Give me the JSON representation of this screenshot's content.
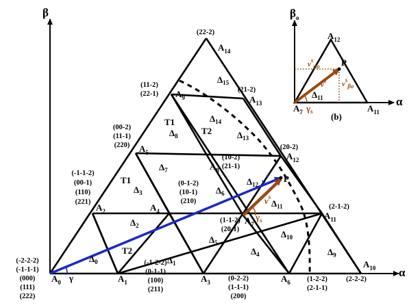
{
  "axes": {
    "beta": "β",
    "alpha": "α",
    "beta_inset": "β",
    "beta_inset_sub": "o",
    "alpha_inset": "α"
  },
  "vertices": {
    "A0": {
      "name": "A",
      "sub": "0",
      "codes": [
        "(-2-2-2)",
        "(-1-1-1)",
        "(000)",
        "(111)",
        "(222)"
      ]
    },
    "A1": {
      "name": "A",
      "sub": "1",
      "codes": [
        "(-1-2-2)",
        "(0-1-1)",
        "(100)",
        "(211)"
      ]
    },
    "A2": {
      "name": "A",
      "sub": "2",
      "codes": [
        "(-1-1-2)",
        "(00-1)",
        "(110)",
        "(221)"
      ]
    },
    "A3": {
      "name": "A",
      "sub": "3",
      "codes": [
        "(0-2-2)",
        "(1-1-1)",
        "(200)"
      ]
    },
    "A4": {
      "name": "A",
      "sub": "4",
      "codes": [
        "(0-1-2)",
        "(10-1)",
        "(210)"
      ]
    },
    "A5": {
      "name": "A",
      "sub": "5",
      "codes": [
        "(00-2)",
        "(11-1)",
        "(220)"
      ]
    },
    "A6": {
      "name": "A",
      "sub": "6",
      "codes": [
        "(1-2-2)",
        "(2-1-1)"
      ]
    },
    "A7": {
      "name": "A",
      "sub": "7",
      "codes": [
        "(1-1-2)",
        "(20-1)"
      ]
    },
    "A8": {
      "name": "A",
      "sub": "8",
      "codes": [
        "(10-2)",
        "(21-1)"
      ]
    },
    "A9": {
      "name": "A",
      "sub": "9",
      "codes": [
        "(11-2)",
        "(22-1)"
      ]
    },
    "A10": {
      "name": "A",
      "sub": "10",
      "codes": [
        "(2-2-2)"
      ]
    },
    "A11": {
      "name": "A",
      "sub": "11",
      "codes": [
        "(2-1-2)"
      ]
    },
    "A12": {
      "name": "A",
      "sub": "12",
      "codes": [
        "(20-2)"
      ]
    },
    "A13": {
      "name": "A",
      "sub": "13",
      "codes": [
        "(21-2)"
      ]
    },
    "A14": {
      "name": "A",
      "sub": "14",
      "codes": [
        "(22-2)"
      ]
    }
  },
  "regions": [
    "0",
    "1",
    "2",
    "3",
    "4",
    "5",
    "6",
    "7",
    "8",
    "9",
    "10",
    "11",
    "12",
    "13",
    "14",
    "15"
  ],
  "region_symbol": "Δ",
  "subregions": {
    "T1": "T1",
    "T2": "T2"
  },
  "vector_labels": {
    "ref": "v",
    "ref_sup": "*",
    "point": "P",
    "vs": "v",
    "vs_sup": "s",
    "gamma": "γ",
    "gamma_s": "γ",
    "gamma_s_sub": "s"
  },
  "inset": {
    "caption": "(b)",
    "valpha": "v",
    "valpha_sup": "s",
    "valpha_sub": "αo",
    "vbeta": "v",
    "vbeta_sup": "s",
    "vbeta_sub": "βo",
    "vs": "v",
    "vs_sup": "s",
    "region": "11"
  },
  "colors": {
    "line": "#000000",
    "reference_vector": "#1c27c8",
    "switching_vector": "#9a4a12",
    "projection": "#9a4a12"
  }
}
